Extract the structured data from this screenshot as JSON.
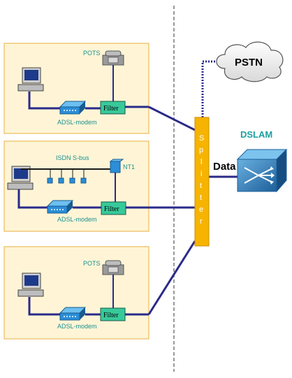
{
  "labels": {
    "pots": "POTS",
    "filter": "Filter",
    "adsl_modem": "ADSL-modem",
    "isdn_bus": "ISDN S-bus",
    "nt1": "NT1",
    "pstn": "PSTN",
    "dslam": "DSLAM",
    "data": "Data",
    "splitter_letters": [
      "S",
      "p",
      "l",
      "i",
      "t",
      "t",
      "e",
      "r"
    ]
  },
  "colors": {
    "panel_fill": "#fff5d6",
    "panel_border": "#e8b040",
    "splitter": "#f6b400",
    "line": "#2a2a8a",
    "filter": "#38c99a",
    "modem": "#2a8ed8",
    "teal_text": "#1a8f8f",
    "cloud": "#eeeeee"
  },
  "icons": {
    "computer": "desktop-computer-icon",
    "phone": "telephone-icon",
    "modem": "modem-icon",
    "cloud": "cloud-icon",
    "dslam": "dslam-router-icon",
    "nt1": "nt1-terminal-icon"
  }
}
